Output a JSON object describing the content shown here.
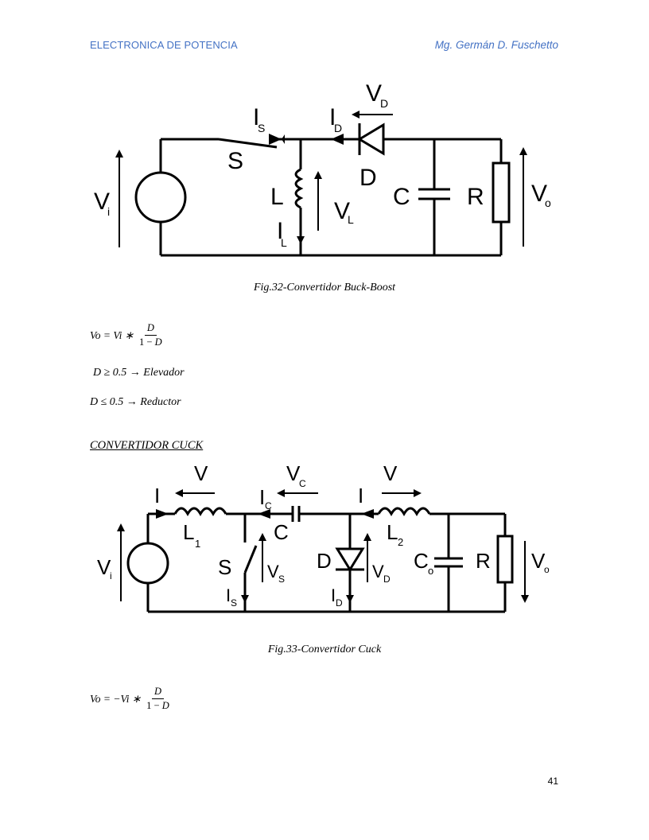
{
  "header": {
    "left": "ELECTRONICA DE POTENCIA",
    "right": "Mg. Germán D. Fuschetto"
  },
  "fig32": {
    "caption": "Fig.32-Convertidor Buck-Boost",
    "labels": {
      "vi": "V",
      "vi_sub": "i",
      "is": "I",
      "is_sub": "S",
      "s": "S",
      "id": "I",
      "id_sub": "D",
      "vd": "V",
      "vd_sub": "D",
      "d": "D",
      "l": "L",
      "vl": "V",
      "vl_sub": "L",
      "il": "I",
      "il_sub": "L",
      "c": "C",
      "r": "R",
      "vo": "V",
      "vo_sub": "o"
    }
  },
  "formula1": {
    "lhs": "Vo = Vi ∗",
    "num": "D",
    "den_pre": "1 − ",
    "den_var": "D"
  },
  "conditions": [
    "D ≥ 0.5 → Elevador",
    "D ≤ 0.5 → Reductor"
  ],
  "section_title": "CONVERTIDOR CUCK",
  "fig33": {
    "caption": "Fig.33-Convertidor Cuck",
    "labels": {
      "vi": "V",
      "vi_sub": "i",
      "i1": "I",
      "v1": "V",
      "l1": "L",
      "l1_sub": "1",
      "ic": "I",
      "ic_sub": "C",
      "vc": "V",
      "vc_sub": "C",
      "c": "C",
      "i2": "I",
      "v2": "V",
      "l2": "L",
      "l2_sub": "2",
      "s": "S",
      "vs": "V",
      "vs_sub": "S",
      "is": "I",
      "is_sub": "S",
      "d": "D",
      "vd": "V",
      "vd_sub": "D",
      "id": "I",
      "id_sub": "D",
      "co": "C",
      "co_sub": "o",
      "r": "R",
      "vo": "V",
      "vo_sub": "o"
    }
  },
  "formula2": {
    "lhs": "Vo = −Vi ∗",
    "num": "D",
    "den_pre": "1 − ",
    "den_var": "D"
  },
  "page_number": "41"
}
